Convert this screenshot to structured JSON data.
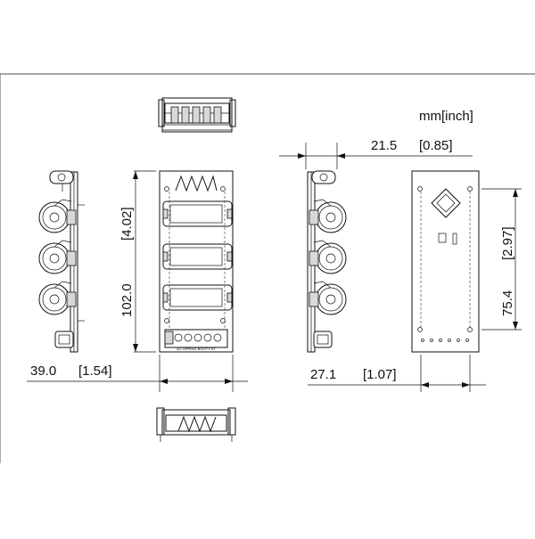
{
  "units_label": "mm[inch]",
  "dimensions": {
    "front_height": {
      "mm": "102.0",
      "inch": "[4.02]"
    },
    "front_width": {
      "mm": "39.0",
      "inch": "[1.54]"
    },
    "rear_offset": {
      "mm": "21.5",
      "inch": "[0.85]"
    },
    "rear_width": {
      "mm": "27.1",
      "inch": "[1.07]"
    },
    "rear_height": {
      "mm": "75.4",
      "inch": "[2.97]"
    }
  },
  "board_print": "AC-SPRING-BOOTY-ST"
}
